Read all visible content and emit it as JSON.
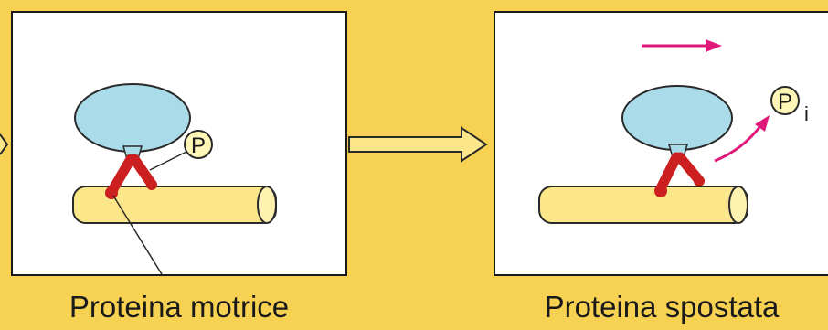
{
  "panels": [
    {
      "caption": "Proteina motrice",
      "phosphate_label": "P"
    },
    {
      "caption": "Proteina spostata",
      "phosphate_label": "P",
      "phosphate_subscript": "i"
    }
  ],
  "colors": {
    "background": "#f7d252",
    "panel": "#ffffff",
    "motor_head": "#a9dbe8",
    "motor_leg": "#cc1f1f",
    "filament": "#fbe68a",
    "phosphate_circle": "#fff6b8",
    "motion_arrow": "#e0187a",
    "transition_arrow": "#fbe68a"
  }
}
